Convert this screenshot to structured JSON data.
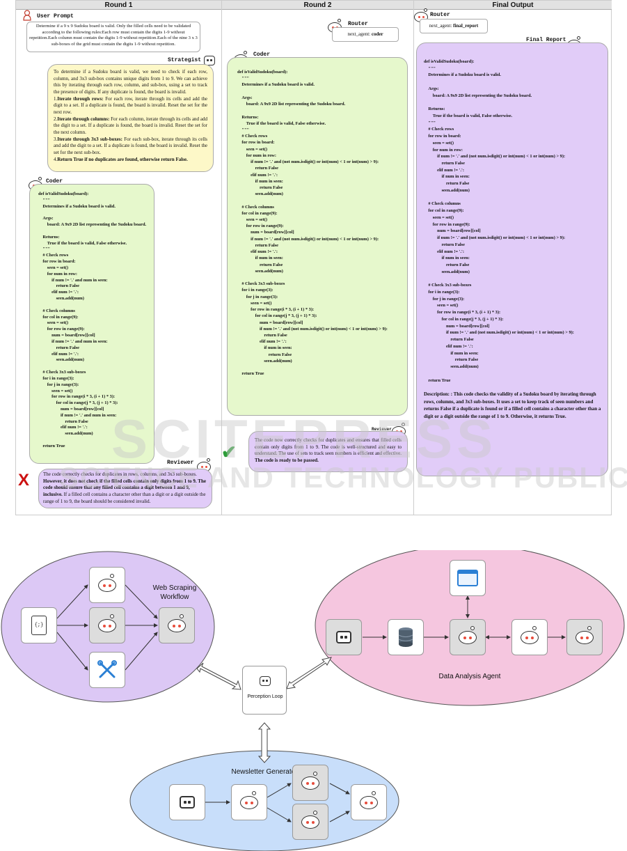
{
  "columns": [
    "Round 1",
    "Round 2",
    "Final Output"
  ],
  "round1": {
    "user_prompt_label": "User Prompt",
    "user_prompt": "Determine if a 9 x 9 Sudoku board is valid. Only the filled cells need to be validated according to the following rules:Each row must contain the digits 1-9 without repetition.Each column must contain the digits 1-9 without repetition.Each of the nine 3 x 3 sub-boxes of the grid must contain the digits 1-9 without repetition.",
    "strategist_label": "Strategist",
    "strategist_intro": "To determine if a Sudoku board is valid, we need to check if each row, column, and 3x3 sub-box contains unique digits from 1 to 9. We can achieve this by iterating through each row, column, and sub-box, using a set to track the presence of digits. If any duplicate is found, the board is invalid.",
    "strategist_steps": [
      {
        "n": "1.",
        "bold": "Iterate through rows:",
        "text": " For each row, iterate through its cells and add the digit to a set. If a duplicate is found, the board is invalid. Reset the set for the next row."
      },
      {
        "n": "2.",
        "bold": "Iterate through columns:",
        "text": " For each column, iterate through its cells and add the digit to a set. If a duplicate is found, the board is invalid. Reset the set for the next column."
      },
      {
        "n": "3.",
        "bold": "Iterate through 3x3 sub-boxes:",
        "text": " For each sub-box, iterate through its cells and add the digit to a set. If a duplicate is found, the board is invalid. Reset the set for the next sub-box."
      },
      {
        "n": "4.",
        "bold": "Return True if no duplicates are found, otherwise return False.",
        "text": ""
      }
    ],
    "coder_label": "Coder",
    "coder_code": "def isValidSudoku(board):\n    \"\"\"\n    Determines if a Sudoku board is valid.\n\n    Args:\n        board: A 9x9 2D list representing the Sudoku board.\n\n    Returns:\n        True if the board is valid, False otherwise.\n    \"\"\"\n    # Check rows\n    for row in board:\n        seen = set()\n        for num in row:\n            if num != '.' and num in seen:\n                return False\n            elif num != '.':\n                seen.add(num)\n\n    # Check columns\n    for col in range(9):\n        seen = set()\n        for row in range(9):\n            num = board[row][col]\n            if num != '.' and num in seen:\n                return False\n            elif num != '.':\n                seen.add(num)\n\n    # Check 3x3 sub-boxes\n    for i in range(3):\n        for j in range(3):\n            seen = set()\n            for row in range(i * 3, (i + 1) * 3):\n                for col in range(j * 3, (j + 1) * 3):\n                    num = board[row][col]\n                    if num != '.' and num in seen:\n                        return False\n                    elif num != '.':\n                        seen.add(num)\n\n    return True",
    "reviewer_label": "Reviewer",
    "reviewer_a": "The code correctly checks for duplicates in rows, columns, and 3x3 sub-boxes. ",
    "reviewer_bold": "However, it does not check if the filled cells contain only digits from 1 to 9. The code should ensure that any filled cell contains a digit between 1 and 9, inclusive.",
    "reviewer_b": " If a filled cell contains a character other than a digit or a digit outside the range of 1 to 9, the board should be considered invalid.",
    "reject_mark": "X"
  },
  "round2": {
    "router_label": "Router",
    "router_key": "next_agent: ",
    "router_value": "coder",
    "coder_label": "Coder",
    "coder_code": "def isValidSudoku(board):\n    \"\"\"\n    Determines if a Sudoku board is valid.\n\n    Args:\n        board: A 9x9 2D list representing the Sudoku board.\n\n    Returns:\n        True if the board is valid, False otherwise.\n    \"\"\"\n    # Check rows\n    for row in board:\n        seen = set()\n        for num in row:\n            if num != '.' and (not num.isdigit() or int(num) < 1 or int(num) > 9):\n                return False\n            elif num != '.':\n                if num in seen:\n                    return False\n                seen.add(num)\n\n    # Check columns\n    for col in range(9):\n        seen = set()\n        for row in range(9):\n            num = board[row][col]\n            if num != '.' and (not num.isdigit() or int(num) < 1 or int(num) > 9):\n                return False\n            elif num != '.':\n                if num in seen:\n                    return False\n                seen.add(num)\n\n    # Check 3x3 sub-boxes\n    for i in range(3):\n        for j in range(3):\n            seen = set()\n            for row in range(i * 3, (i + 1) * 3):\n                for col in range(j * 3, (j + 1) * 3):\n                    num = board[row][col]\n                    if num != '.' and (not num.isdigit() or int(num) < 1 or int(num) > 9):\n                        return False\n                    elif num != '.':\n                        if num in seen:\n                            return False\n                        seen.add(num)\n\n    return True",
    "reviewer_label": "Reviewer",
    "reviewer_text": "The code now correctly checks for duplicates and ensures that filled cells contain only digits from 1 to 9. The code is well-structured and easy to understand. The use of sets to track seen numbers is efficient and effective. ",
    "reviewer_bold": "The code is ready to be passed.",
    "accept_mark": "✔"
  },
  "final": {
    "router_label": "Router",
    "router_key": "next_agent: ",
    "router_value": "final_report",
    "report_label": "Final Report",
    "code": "def isValidSudoku(board):\n    \"\"\"\n    Determines if a Sudoku board is valid.\n\n    Args:\n        board: A 9x9 2D list representing the Sudoku board.\n\n    Returns:\n        True if the board is valid, False otherwise.\n    \"\"\"\n    # Check rows\n    for row in board:\n        seen = set()\n        for num in row:\n            if num != '.' and (not num.isdigit() or int(num) < 1 or int(num) > 9):\n                return False\n            elif num != '.':\n                if num in seen:\n                    return False\n                seen.add(num)\n\n    # Check columns\n    for col in range(9):\n        seen = set()\n        for row in range(9):\n            num = board[row][col]\n            if num != '.' and (not num.isdigit() or int(num) < 1 or int(num) > 9):\n                return False\n            elif num != '.':\n                if num in seen:\n                    return False\n                seen.add(num)\n\n    # Check 3x3 sub-boxes\n    for i in range(3):\n        for j in range(3):\n            seen = set()\n            for row in range(i * 3, (i + 1) * 3):\n                for col in range(j * 3, (j + 1) * 3):\n                    num = board[row][col]\n                    if num != '.' and (not num.isdigit() or int(num) < 1 or int(num) > 9):\n                        return False\n                    elif num != '.':\n                        if num in seen:\n                            return False\n                        seen.add(num)\n\n    return True",
    "description": "Description: : This code checks the validity of a Sudoku board by iterating through rows, columns, and 3x3 sub-boxes. It uses a set to keep track of seen numbers and returns False if a duplicate is found or if a filled cell contains a character other than a digit or a digit outside the range of 1 to 9. Otherwise, it returns True."
  },
  "watermark": {
    "line1": "SCITEPRESS",
    "line2": "SCIENCE AND TECHNOLOGY PUBLICATIONS"
  },
  "diagram": {
    "web_scraping": "Web Scraping\nWorkflow",
    "data_analysis": "Data Analysis Agent",
    "perception": "Perception Loop",
    "newsletter": "Newsletter Generator",
    "json_icon": "{;}"
  },
  "colors": {
    "green": "#e6f8cc",
    "purple": "#e1ccf8",
    "yellow": "#fdf8c8",
    "ellipse_purple": "#dcc8f5",
    "ellipse_pink": "#f5c6df",
    "ellipse_blue": "#c8defa"
  }
}
